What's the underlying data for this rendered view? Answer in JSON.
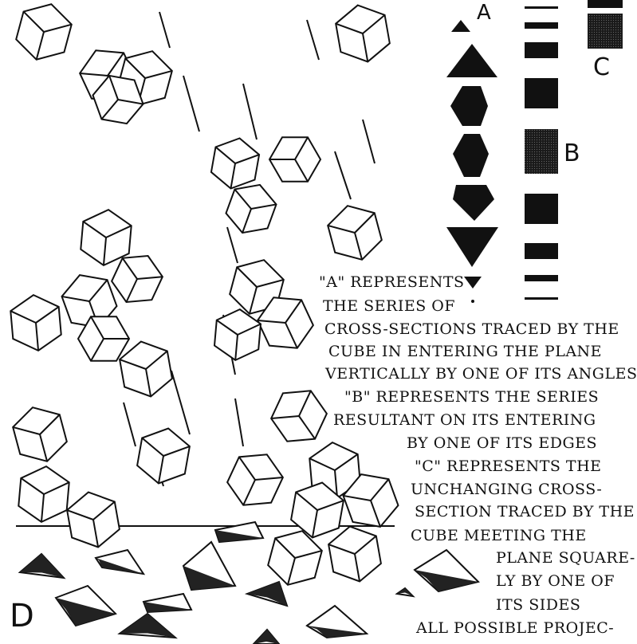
{
  "letters": {
    "a": "A",
    "b": "B",
    "c": "C",
    "d": "D"
  },
  "caption": {
    "lines": [
      "\"A\" REPRESENTS",
      "THE SERIES OF",
      "CROSS-SECTIONS TRACED BY THE",
      "CUBE IN ENTERING THE PLANE",
      "VERTICALLY BY ONE OF ITS ANGLES",
      "\"B\" REPRESENTS THE SERIES",
      "RESULTANT ON ITS ENTERING",
      "BY ONE OF ITS EDGES",
      "\"C\" REPRESENTS THE",
      "UNCHANGING CROSS-",
      "SECTION TRACED BY THE",
      "CUBE MEETING THE",
      "PLANE SQUARE-",
      "LY BY ONE OF",
      "ITS SIDES",
      "ALL POSSIBLE PROJEC-"
    ]
  },
  "colors": {
    "ink": "#111111",
    "shade": "#2a2a2a",
    "paper": "#ffffff"
  }
}
